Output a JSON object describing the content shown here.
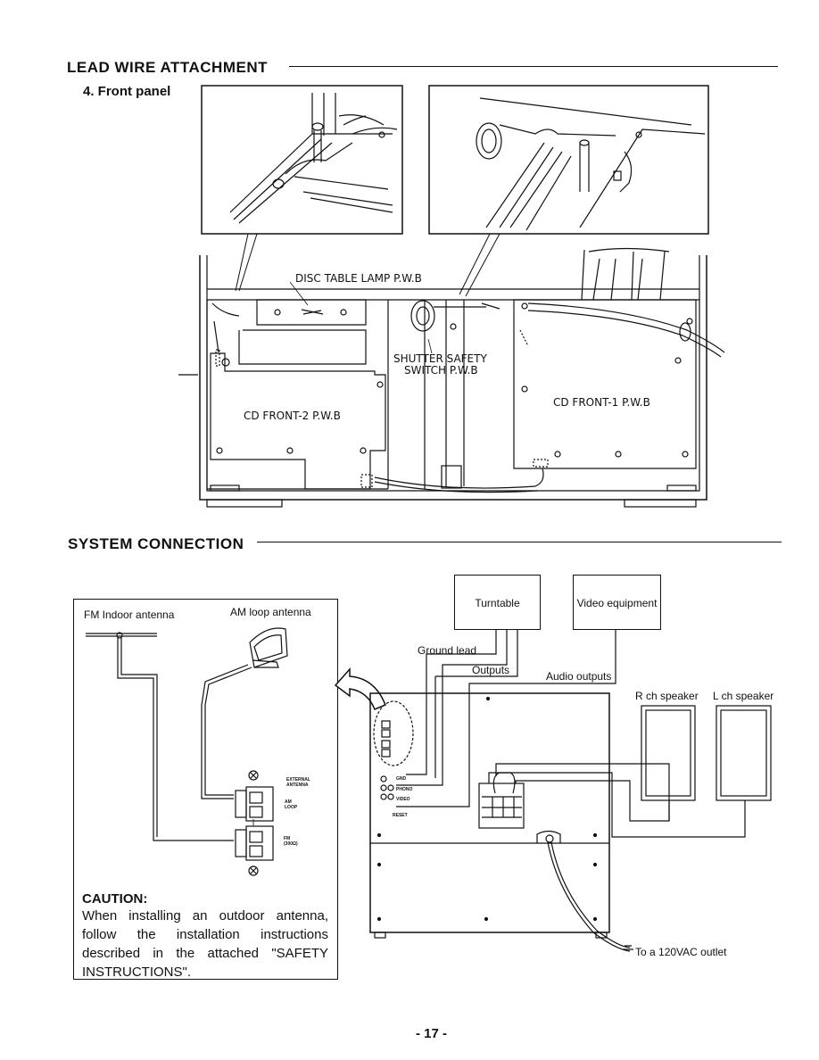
{
  "lead_wire": {
    "title": "LEAD WIRE ATTACHMENT",
    "subtitle": "4. Front panel",
    "labels": {
      "disc_table_lamp": "DISC TABLE LAMP P.W.B",
      "shutter_safety": "SHUTTER SAFETY",
      "switch_pwb": "SWITCH P.W.B",
      "cd_front2": "CD FRONT-2 P.W.B",
      "cd_front1": "CD FRONT-1 P.W.B"
    }
  },
  "system": {
    "title": "SYSTEM CONNECTION",
    "antenna": {
      "fm_indoor": "FM Indoor antenna",
      "am_loop": "AM loop antenna",
      "external_antenna": "EXTERNAL ANTENNA",
      "am_loop_terminal": "AM LOOP",
      "fm_terminal": "FM (300Ω)"
    },
    "caution": {
      "heading": "CAUTION:",
      "text": "When installing an outdoor antenna, follow the installation instructions described in the attached \"SAFETY INSTRUCTIONS\"."
    },
    "devices": {
      "turntable": "Turntable",
      "video": "Video equipment",
      "ground_lead": "Ground lead",
      "outputs": "Outputs",
      "audio_outputs": "Audio outputs",
      "r_speaker": "R ch speaker",
      "l_speaker": "L ch speaker",
      "outlet": "To a 120VAC outlet"
    },
    "rear_panel_small": {
      "gnd": "GND",
      "phono": "PHONO",
      "video": "VIDEO",
      "reset": "RESET"
    }
  },
  "page_number": "- 17 -"
}
